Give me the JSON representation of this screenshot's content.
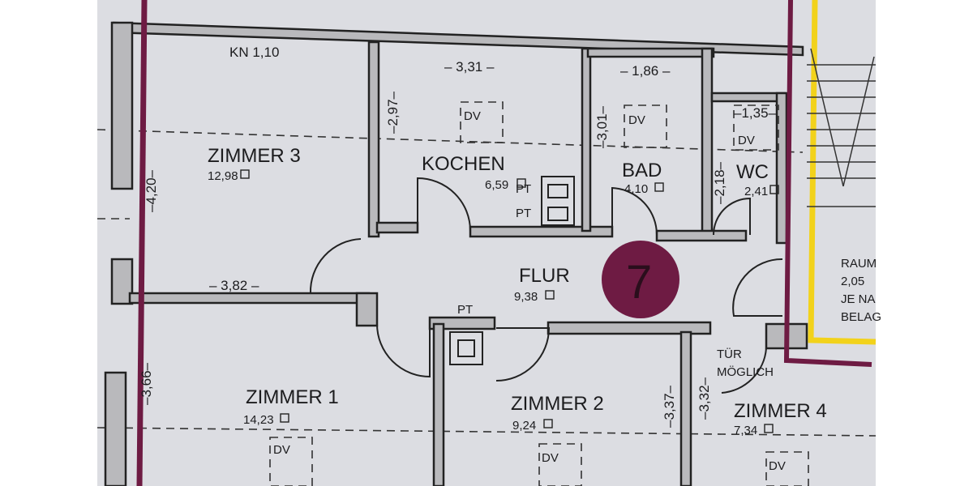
{
  "plan": {
    "unit_number": "7",
    "colors": {
      "paper": "#dcdde2",
      "wall": "#b9b9bc",
      "boundary": "#6e1b43",
      "stair_outline": "#f2d21b",
      "badge": "#6e1b43"
    },
    "labels": {
      "kn": "KN 1,10",
      "zimmer3": "ZIMMER 3",
      "zimmer3_area": "12,98",
      "dim_420": "–4,20–",
      "dim_382": "– 3,82 –",
      "dim_331": "– 3,31 –",
      "dim_297": "–2,97–",
      "kochen": "KOCHEN",
      "kochen_area": "6,59",
      "pt1": "PT",
      "pt2": "PT",
      "pt3": "PT",
      "dim_186": "– 1,86 –",
      "dim_301": "–3,01–",
      "bad": "BAD",
      "bad_area": "4,10",
      "dim_135": "–1,35–",
      "dim_218": "–2,18–",
      "wc": "WC",
      "wc_area": "2,41",
      "flur": "FLUR",
      "flur_area": "9,38",
      "raum_1": "RAUM",
      "raum_2": "2,05",
      "raum_3": "JE NA",
      "raum_4": "BELAG",
      "tuer_1": "TÜR",
      "tuer_2": "MÖGLICH",
      "dim_366": "–3,66–",
      "zimmer1": "ZIMMER 1",
      "zimmer1_area": "14,23",
      "zimmer2": "ZIMMER 2",
      "zimmer2_area": "9,24",
      "dim_337": "–3,37–",
      "dim_332": "–3,32–",
      "zimmer4": "ZIMMER 4",
      "zimmer4_area": "7,34",
      "dv": "DV"
    }
  }
}
